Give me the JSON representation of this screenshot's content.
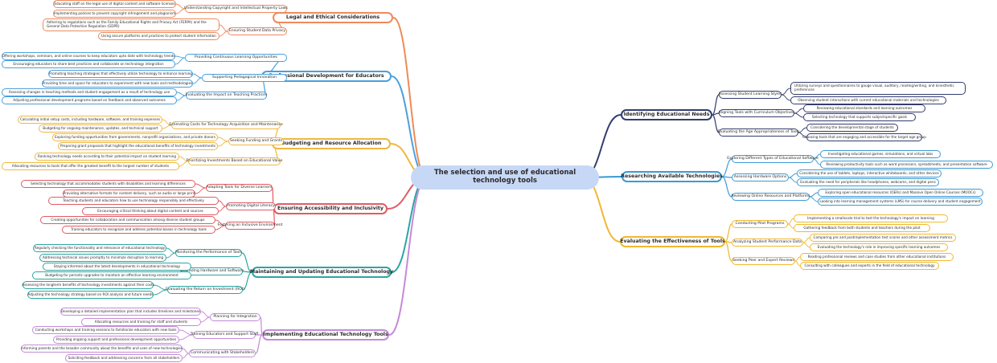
{
  "root": {
    "label": "The selection and use of educational technology tools"
  },
  "branches": [
    {
      "key": "legal",
      "label": "Legal and Ethical Considerations",
      "color": "#ef8a59",
      "subs": [
        {
          "label": "Understanding Copyright and Intellectual Property Laws",
          "leaves": [
            "Educating staff on the legal use of digital content and software licenses",
            "Implementing policies to prevent copyright infringement and plagiarism"
          ]
        },
        {
          "label": "Ensuring Student Data Privacy",
          "leaves": [
            "Adhering to regulations such as the Family Educational Rights and Privacy Act (FERPA) and the General Data Protection Regulation (GDPR)",
            "Using secure platforms and practices to protect student information"
          ]
        }
      ]
    },
    {
      "key": "pd",
      "label": "Professional Development for Educators",
      "color": "#4aa0dd",
      "subs": [
        {
          "label": "Providing Continuous Learning Opportunities",
          "leaves": [
            "Offering workshops, seminars, and online courses to keep educators upto date with technology trends",
            "Encouraging educators to share best practices and collaborate on technology integration"
          ]
        },
        {
          "label": "Supporting Pedagogical Innovation",
          "leaves": [
            "Promoting teaching strategies that effectively utilize technology to enhance learning",
            "Providing time and space for educators to experiment with new tools and methodologies"
          ]
        },
        {
          "label": "Evaluating the Impact on Teaching Practices",
          "leaves": [
            "Assessing changes in teaching methods and student engagement as a result of technology use",
            "Adjusting professional development programs based on feedback and observed outcomes"
          ]
        }
      ]
    },
    {
      "key": "budget",
      "label": "Budgeting and Resource Allocation",
      "color": "#f0b840",
      "subs": [
        {
          "label": "Estimating Costs for Technology Acquisition and Maintenance",
          "leaves": [
            "Calculating initial setup costs, including hardware, software, and training expenses",
            "Budgeting for ongoing maintenance, updates, and technical support"
          ]
        },
        {
          "label": "Seeking Funding and Grants",
          "leaves": [
            "Exploring funding opportunities from governments, nonprofit organizations, and private donors",
            "Preparing grant proposals that highlight the educational benefits of technology investments"
          ]
        },
        {
          "label": "Prioritizing Investments Based on Educational Value",
          "leaves": [
            "Ranking technology needs according to their potential impact on student learning",
            "Allocating resources to tools that offer the greatest benefit to the largest number of students"
          ]
        }
      ]
    },
    {
      "key": "access",
      "label": "Ensuring Accessibility and Inclusivity",
      "color": "#e05c64",
      "subs": [
        {
          "label": "Adapting Tools for Diverse Learners",
          "leaves": [
            "Selecting technology that accommodates students with disabilities and learning differences",
            "Providing alternative formats for content delivery, such as audio or large print"
          ]
        },
        {
          "label": "Promoting Digital Literacy",
          "leaves": [
            "Teaching students and educators how to use technology responsibly and effectively",
            "Encouraging critical thinking about digital content and sources"
          ]
        },
        {
          "label": "Fostering an Inclusive Environment",
          "leaves": [
            "Creating opportunities for collaboration and communication among diverse student groups",
            "Training educators to recognize and address potential biases in technology tools"
          ]
        }
      ]
    },
    {
      "key": "maint",
      "label": "Maintaining and Updating Educational Technology",
      "color": "#2aa6a0",
      "subs": [
        {
          "label": "Monitoring the Performance of Tools",
          "leaves": [
            "Regularly checking the functionality and relevance of educational technology",
            "Addressing technical issues promptly to minimize disruption to learning"
          ]
        },
        {
          "label": "Upgrading Hardware and Software",
          "leaves": [
            "Staying informed about the latest developments in educational technology",
            "Budgeting for periodic upgrades to maintain an effective learning environment"
          ]
        },
        {
          "label": "Evaluating the Return on Investment (ROI)",
          "leaves": [
            "Assessing the longterm benefits of technology investments against their costs",
            "Adjusting the technology strategy based on ROI analysis and future needs"
          ]
        }
      ]
    },
    {
      "key": "impl",
      "label": "Implementing Educational Technology Tools",
      "color": "#c58ad8",
      "subs": [
        {
          "label": "Planning for Integration",
          "leaves": [
            "Developing a detailed implementation plan that includes timelines and milestones",
            "Allocating resources and training for staff and students"
          ]
        },
        {
          "label": "Training Educators and Support Staff",
          "leaves": [
            "Conducting workshops and training sessions to familiarize educators with new tools",
            "Providing ongoing support and professional development opportunities"
          ]
        },
        {
          "label": "Communicating with Stakeholders",
          "leaves": [
            "Informing parents and the broader community about the benefits and uses of new technologies",
            "Soliciting feedback and addressing concerns from all stakeholders"
          ]
        }
      ]
    },
    {
      "key": "identify",
      "label": "Identifying Educational Needs",
      "color": "#333d6e",
      "subs": [
        {
          "label": "Assessing Student Learning Styles",
          "leaves": [
            "Utilizing surveys and questionnaires to gauge visual, auditory, reading/writing, and kinesthetic preferences",
            "Observing student interactions with current educational materials and technologies"
          ]
        },
        {
          "label": "Aligning Tools with Curriculum Objectives",
          "leaves": [
            "Reviewing educational standards and learning outcomes",
            "Selecting technology that supports subjectspecific goals"
          ]
        },
        {
          "label": "Evaluating the Age Appropriateness of Tools",
          "leaves": [
            "Considering the developmental stage of students",
            "Choosing tools that are engaging and accessible for the target age group"
          ]
        }
      ]
    },
    {
      "key": "research",
      "label": "Researching Available Technologies",
      "color": "#3a9ad6",
      "subs": [
        {
          "label": "Exploring Different Types of Educational Software",
          "leaves": [
            "Investigating educational games, simulations, and virtual labs",
            "Reviewing productivity tools such as word processors, spreadsheets, and presentation software"
          ]
        },
        {
          "label": "Assessing Hardware Options",
          "leaves": [
            "Considering the use of tablets, laptops, interactive whiteboards, and other devices",
            "Evaluating the need for peripherals like headphones, webcams, and digital pens"
          ]
        },
        {
          "label": "Reviewing Online Resources and Platforms",
          "leaves": [
            "Exploring open educational resources (OERs) and Massive Open Online Courses (MOOCs)",
            "Looking into learning management systems (LMS) for course delivery and student engagement"
          ]
        }
      ]
    },
    {
      "key": "eval",
      "label": "Evaluating the Effectiveness of Tools",
      "color": "#f0b830",
      "subs": [
        {
          "label": "Conducting Pilot Programs",
          "leaves": [
            "Implementing a smallscale trial to test the technology's impact on learning",
            "Gathering feedback from both students and teachers during the pilot"
          ]
        },
        {
          "label": "Analyzing Student Performance Data",
          "leaves": [
            "Comparing pre and postimplementation test scores and other assessment metrics",
            "Evaluating the technology's role in improving specific learning outcomes"
          ]
        },
        {
          "label": "Seeking Peer and Expert Reviews",
          "leaves": [
            "Reading professional reviews and case studies from other educational institutions",
            "Consulting with colleagues and experts in the field of educational technology"
          ]
        }
      ]
    }
  ]
}
